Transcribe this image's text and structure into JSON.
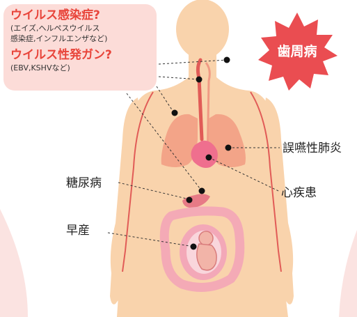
{
  "infobox": {
    "title1": "ウイルス感染症?",
    "sub1_line1": "(エイズ,ヘルペスウイルス",
    "sub1_line2": "感染症,インフルエンザなど)",
    "title2": "ウイルス性発ガン?",
    "sub2": "(EBV,KSHVなど)"
  },
  "badge": {
    "label": "歯周病"
  },
  "labels": {
    "pneumonia": "誤嚥性肺炎",
    "heart": "心疾患",
    "diabetes": "糖尿病",
    "preterm": "早産"
  },
  "colors": {
    "skin": "#f9d3ac",
    "infobox_bg": "#fcdcd8",
    "accent_red": "#e8443a",
    "organ": "#f3a488",
    "vessel": "#e15b57",
    "burst": "#ea4d51"
  }
}
